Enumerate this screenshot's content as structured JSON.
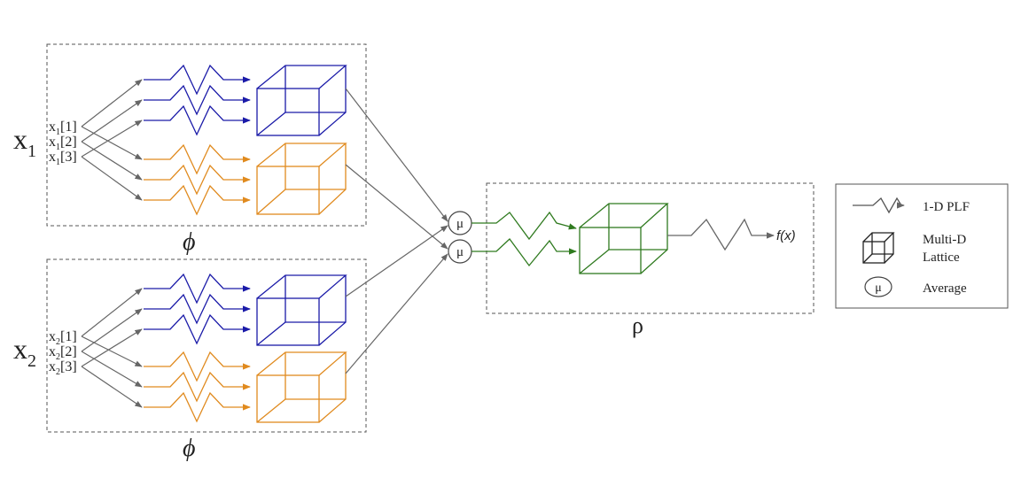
{
  "colors": {
    "blue": "#1a1aa8",
    "orange": "#e08a1e",
    "green": "#2f7a1f",
    "gray": "#666666"
  },
  "inputs": [
    {
      "name": "x",
      "subscript": "1",
      "features": [
        {
          "name": "x",
          "subscript": "1",
          "index": "[1]"
        },
        {
          "name": "x",
          "subscript": "1",
          "index": "[2]"
        },
        {
          "name": "x",
          "subscript": "1",
          "index": "[3]"
        }
      ],
      "function_label": "ϕ"
    },
    {
      "name": "x",
      "subscript": "2",
      "features": [
        {
          "name": "x",
          "subscript": "2",
          "index": "[1]"
        },
        {
          "name": "x",
          "subscript": "2",
          "index": "[2]"
        },
        {
          "name": "x",
          "subscript": "2",
          "index": "[3]"
        }
      ],
      "function_label": "ϕ"
    }
  ],
  "average_symbol": "μ",
  "rho_label": "ρ",
  "output_label": "f(x)",
  "legend": {
    "plf_label": "1-D PLF",
    "lattice_label_line1": "Multi-D",
    "lattice_label_line2": "Lattice",
    "average_symbol": "μ",
    "average_label": "Average"
  }
}
